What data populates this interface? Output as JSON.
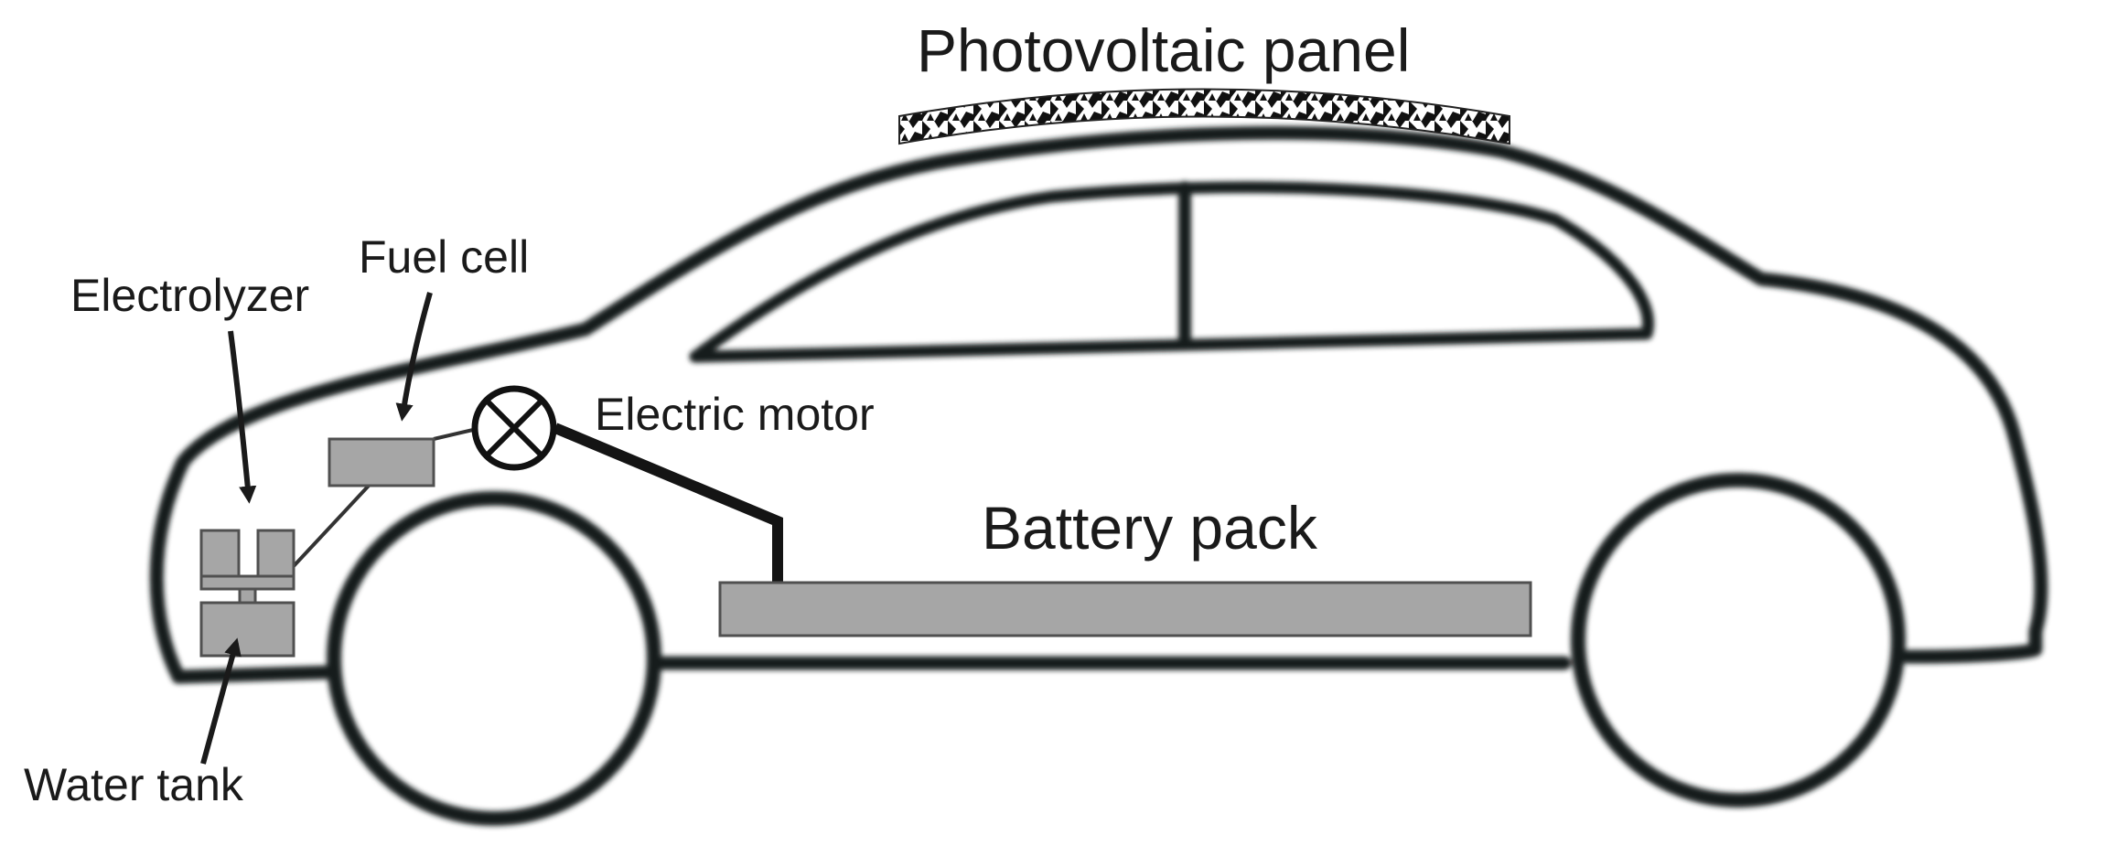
{
  "diagram": {
    "labels": {
      "photovoltaic_panel": "Photovoltaic panel",
      "fuel_cell": "Fuel cell",
      "electrolyzer": "Electrolyzer",
      "electric_motor": "Electric motor",
      "battery_pack": "Battery pack",
      "water_tank": "Water tank"
    }
  }
}
